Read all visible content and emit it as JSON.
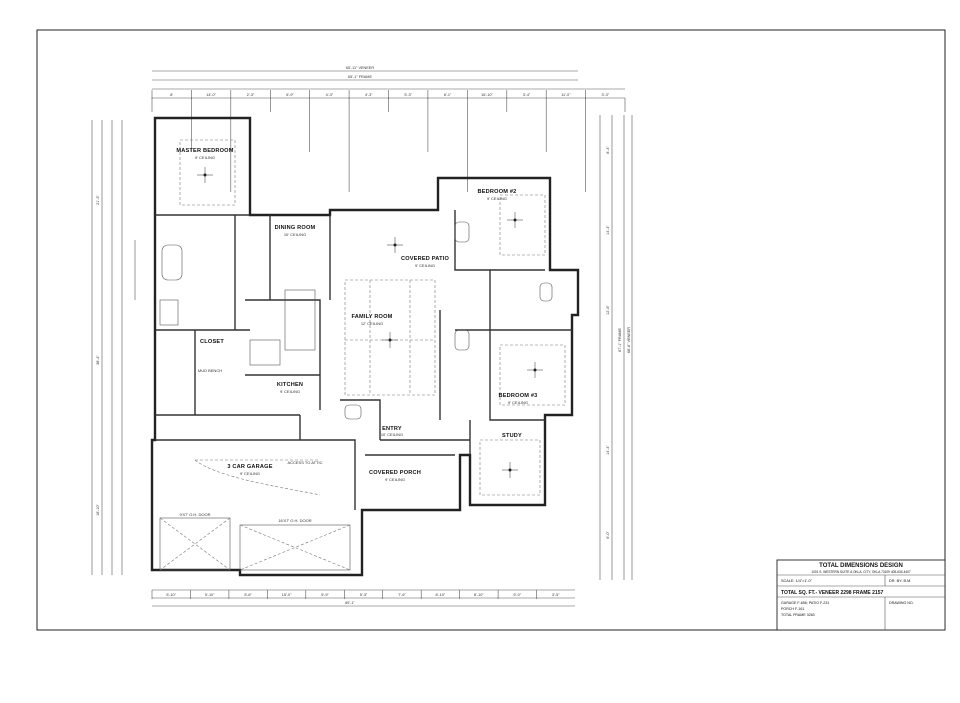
{
  "title_block": {
    "company": "TOTAL DIMENSIONS DESIGN",
    "address": "1001 S. WESTERN SUITE A OKLA. CITY, OKLA 73109 405-634-4407",
    "scale": "SCALE: 1/4\"=1'-0\"",
    "drawn_by": "DR. BY: B.M.",
    "total_sq_ft": "TOTAL SQ. FT.- VENEER 2298 FRAME 2157",
    "garage": "GARAGE F-656; PATIO F-231",
    "porch": "PORCH F-161",
    "total_frame": "TOTAL FRAME 3263",
    "drawing_no": "DRAWING NO."
  },
  "rooms": {
    "master_bedroom": "MASTER BEDROOM",
    "master_note": "9' CEILING",
    "dining_room": "DINING ROOM",
    "dining_note": "10' CEILING",
    "covered_patio": "COVERED PATIO",
    "patio_note": "9' CEILING",
    "family_room": "FAMILY ROOM",
    "family_note": "12' CEILING",
    "bedroom_2": "BEDROOM #2",
    "bedroom_2_note": "9' CEILING",
    "bedroom_3": "BEDROOM #3",
    "bedroom_3_note": "9' CEILING",
    "kitchen": "KITCHEN",
    "kitchen_note": "9' CEILING",
    "closet": "CLOSET",
    "entry": "ENTRY",
    "entry_note": "10' CEILING",
    "study": "STUDY",
    "garage": "3 CAR GARAGE",
    "garage_note": "9' CEILING",
    "covered_porch": "COVERED PORCH",
    "porch_note": "9' CEILING",
    "attic_note": "ACCESS TO ATTIC",
    "overhead_door_1": "9'X7' O.H. DOOR",
    "overhead_door_2": "16'X7' O.H. DOOR",
    "mud_bench": "MUD BENCH"
  },
  "dimensions": {
    "top_overall_veneer": "65'-11\" VENEER",
    "top_overall_frame": "65'-1\" FRAME",
    "bottom_overall": "65'-1\"",
    "top_segments": [
      "8'",
      "14'-0\"",
      "2'-3\"",
      "6'-9\"",
      "4'-3\"",
      "4'-3\"",
      "5'-3\"",
      "6'-1\"",
      "16'-10\"",
      "3'-4\"",
      "11'-0\"",
      "3'-3\""
    ],
    "bottom_segments": [
      "5'-10\"",
      "5'-10\"",
      "5'-6\"",
      "15'-0\"",
      "5'-9\"",
      "5'-3\"",
      "7'-6\"",
      "8'-10\"",
      "8'-10\"",
      "5'-0\"",
      "3'-5\""
    ],
    "left_segments": [
      "21'-3\"",
      "38'-4\"",
      "18'-10\""
    ],
    "right_segments": [
      "8'-4\"",
      "14'-4\"",
      "12'-6\"",
      "14'-4\"",
      "6'-0\"",
      "67'-1\" FRAME",
      "68'-6\" VENEER"
    ]
  }
}
